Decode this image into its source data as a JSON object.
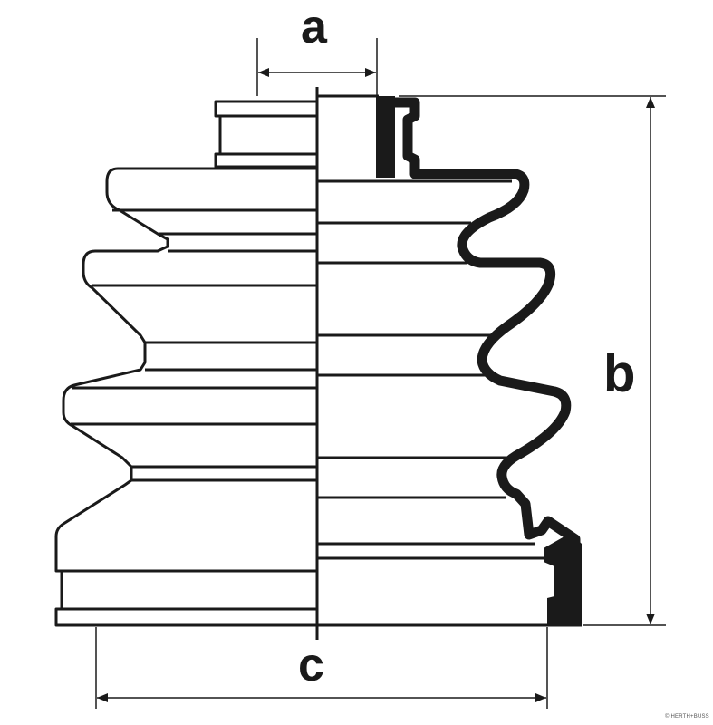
{
  "labels": {
    "a": "a",
    "b": "b",
    "c": "c"
  },
  "credit": "© HERTH+BUSS",
  "colors": {
    "line": "#1a1a1a",
    "background": "#ffffff"
  }
}
